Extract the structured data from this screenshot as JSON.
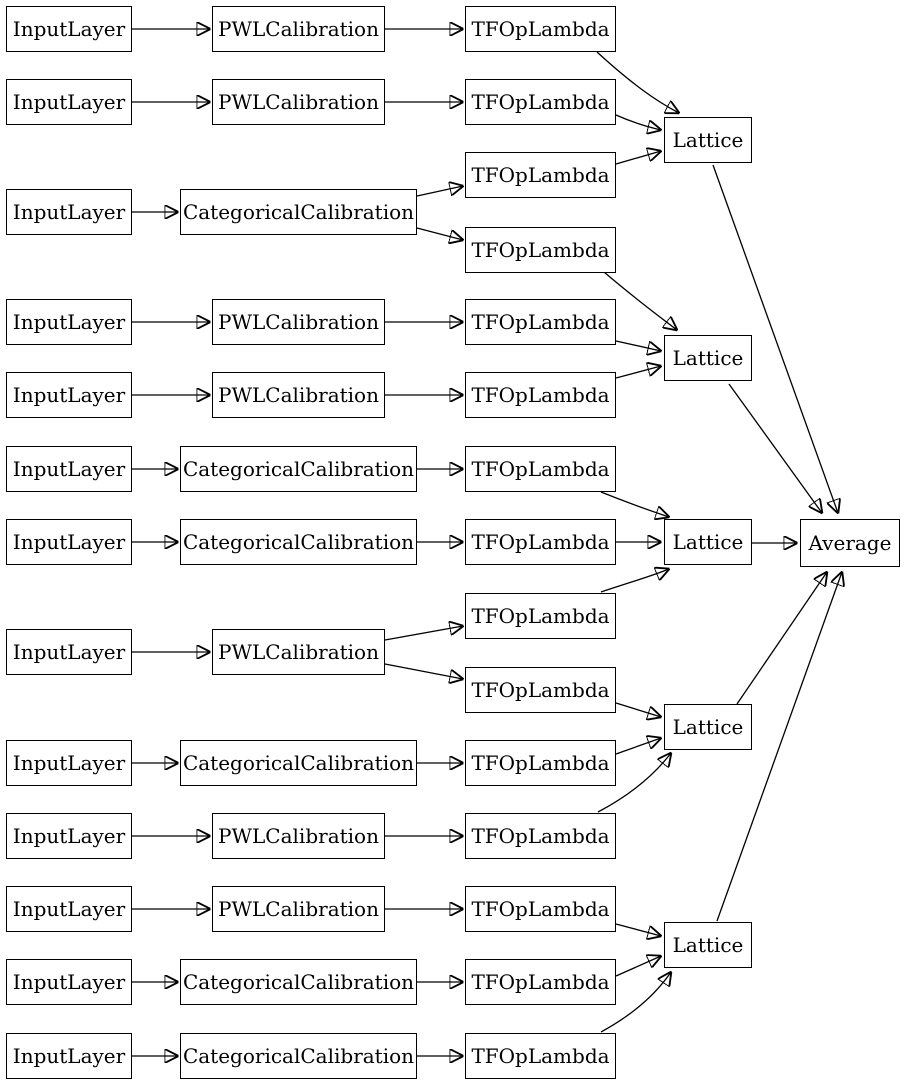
{
  "diagram": {
    "kind": "keras-model-architecture-graph",
    "colors": {
      "background": "#ffffff",
      "node_fill": "#ffffff",
      "node_border": "#000000",
      "edge": "#000000",
      "text": "#000000"
    },
    "labels": {
      "input": "InputLayer",
      "pwl": "PWLCalibration",
      "categorical": "CategoricalCalibration",
      "tfop": "TFOpLambda",
      "lattice": "Lattice",
      "average": "Average"
    },
    "nodes": [
      {
        "id": "in1",
        "type": "InputLayer",
        "label": "InputLayer"
      },
      {
        "id": "in2",
        "type": "InputLayer",
        "label": "InputLayer"
      },
      {
        "id": "in3",
        "type": "InputLayer",
        "label": "InputLayer"
      },
      {
        "id": "in4",
        "type": "InputLayer",
        "label": "InputLayer"
      },
      {
        "id": "in5",
        "type": "InputLayer",
        "label": "InputLayer"
      },
      {
        "id": "in6",
        "type": "InputLayer",
        "label": "InputLayer"
      },
      {
        "id": "in7",
        "type": "InputLayer",
        "label": "InputLayer"
      },
      {
        "id": "in8",
        "type": "InputLayer",
        "label": "InputLayer"
      },
      {
        "id": "in9",
        "type": "InputLayer",
        "label": "InputLayer"
      },
      {
        "id": "in10",
        "type": "InputLayer",
        "label": "InputLayer"
      },
      {
        "id": "in11",
        "type": "InputLayer",
        "label": "InputLayer"
      },
      {
        "id": "in12",
        "type": "InputLayer",
        "label": "InputLayer"
      },
      {
        "id": "in13",
        "type": "InputLayer",
        "label": "InputLayer"
      },
      {
        "id": "cal1",
        "type": "PWLCalibration",
        "label": "PWLCalibration"
      },
      {
        "id": "cal2",
        "type": "PWLCalibration",
        "label": "PWLCalibration"
      },
      {
        "id": "cal3",
        "type": "CategoricalCalibration",
        "label": "CategoricalCalibration"
      },
      {
        "id": "cal4",
        "type": "PWLCalibration",
        "label": "PWLCalibration"
      },
      {
        "id": "cal5",
        "type": "PWLCalibration",
        "label": "PWLCalibration"
      },
      {
        "id": "cal6",
        "type": "CategoricalCalibration",
        "label": "CategoricalCalibration"
      },
      {
        "id": "cal7",
        "type": "CategoricalCalibration",
        "label": "CategoricalCalibration"
      },
      {
        "id": "cal8",
        "type": "PWLCalibration",
        "label": "PWLCalibration"
      },
      {
        "id": "cal9",
        "type": "CategoricalCalibration",
        "label": "CategoricalCalibration"
      },
      {
        "id": "cal10",
        "type": "PWLCalibration",
        "label": "PWLCalibration"
      },
      {
        "id": "cal11",
        "type": "PWLCalibration",
        "label": "PWLCalibration"
      },
      {
        "id": "cal12",
        "type": "CategoricalCalibration",
        "label": "CategoricalCalibration"
      },
      {
        "id": "cal13",
        "type": "CategoricalCalibration",
        "label": "CategoricalCalibration"
      },
      {
        "id": "tf1",
        "type": "TFOpLambda",
        "label": "TFOpLambda"
      },
      {
        "id": "tf2",
        "type": "TFOpLambda",
        "label": "TFOpLambda"
      },
      {
        "id": "tf3",
        "type": "TFOpLambda",
        "label": "TFOpLambda"
      },
      {
        "id": "tf4",
        "type": "TFOpLambda",
        "label": "TFOpLambda"
      },
      {
        "id": "tf5",
        "type": "TFOpLambda",
        "label": "TFOpLambda"
      },
      {
        "id": "tf6",
        "type": "TFOpLambda",
        "label": "TFOpLambda"
      },
      {
        "id": "tf7",
        "type": "TFOpLambda",
        "label": "TFOpLambda"
      },
      {
        "id": "tf8",
        "type": "TFOpLambda",
        "label": "TFOpLambda"
      },
      {
        "id": "tf9",
        "type": "TFOpLambda",
        "label": "TFOpLambda"
      },
      {
        "id": "tf10",
        "type": "TFOpLambda",
        "label": "TFOpLambda"
      },
      {
        "id": "tf11",
        "type": "TFOpLambda",
        "label": "TFOpLambda"
      },
      {
        "id": "tf12",
        "type": "TFOpLambda",
        "label": "TFOpLambda"
      },
      {
        "id": "tf13",
        "type": "TFOpLambda",
        "label": "TFOpLambda"
      },
      {
        "id": "tf14",
        "type": "TFOpLambda",
        "label": "TFOpLambda"
      },
      {
        "id": "tf15",
        "type": "TFOpLambda",
        "label": "TFOpLambda"
      },
      {
        "id": "lat1",
        "type": "Lattice",
        "label": "Lattice"
      },
      {
        "id": "lat2",
        "type": "Lattice",
        "label": "Lattice"
      },
      {
        "id": "lat3",
        "type": "Lattice",
        "label": "Lattice"
      },
      {
        "id": "lat4",
        "type": "Lattice",
        "label": "Lattice"
      },
      {
        "id": "lat5",
        "type": "Lattice",
        "label": "Lattice"
      },
      {
        "id": "avg",
        "type": "Average",
        "label": "Average"
      }
    ],
    "edges": [
      [
        "in1",
        "cal1"
      ],
      [
        "in2",
        "cal2"
      ],
      [
        "in3",
        "cal3"
      ],
      [
        "in4",
        "cal4"
      ],
      [
        "in5",
        "cal5"
      ],
      [
        "in6",
        "cal6"
      ],
      [
        "in7",
        "cal7"
      ],
      [
        "in8",
        "cal8"
      ],
      [
        "in9",
        "cal9"
      ],
      [
        "in10",
        "cal10"
      ],
      [
        "in11",
        "cal11"
      ],
      [
        "in12",
        "cal12"
      ],
      [
        "in13",
        "cal13"
      ],
      [
        "cal1",
        "tf1"
      ],
      [
        "cal2",
        "tf2"
      ],
      [
        "cal3",
        "tf3"
      ],
      [
        "cal3",
        "tf4"
      ],
      [
        "cal4",
        "tf5"
      ],
      [
        "cal5",
        "tf6"
      ],
      [
        "cal6",
        "tf7"
      ],
      [
        "cal7",
        "tf8"
      ],
      [
        "cal8",
        "tf9"
      ],
      [
        "cal8",
        "tf10"
      ],
      [
        "cal9",
        "tf11"
      ],
      [
        "cal10",
        "tf12"
      ],
      [
        "cal11",
        "tf13"
      ],
      [
        "cal12",
        "tf14"
      ],
      [
        "cal13",
        "tf15"
      ],
      [
        "tf1",
        "lat1"
      ],
      [
        "tf2",
        "lat1"
      ],
      [
        "tf3",
        "lat1"
      ],
      [
        "tf4",
        "lat2"
      ],
      [
        "tf5",
        "lat2"
      ],
      [
        "tf6",
        "lat2"
      ],
      [
        "tf7",
        "lat3"
      ],
      [
        "tf8",
        "lat3"
      ],
      [
        "tf9",
        "lat3"
      ],
      [
        "tf10",
        "lat4"
      ],
      [
        "tf11",
        "lat4"
      ],
      [
        "tf12",
        "lat4"
      ],
      [
        "tf13",
        "lat5"
      ],
      [
        "tf14",
        "lat5"
      ],
      [
        "tf15",
        "lat5"
      ],
      [
        "lat1",
        "avg"
      ],
      [
        "lat2",
        "avg"
      ],
      [
        "lat3",
        "avg"
      ],
      [
        "lat4",
        "avg"
      ],
      [
        "lat5",
        "avg"
      ]
    ]
  }
}
